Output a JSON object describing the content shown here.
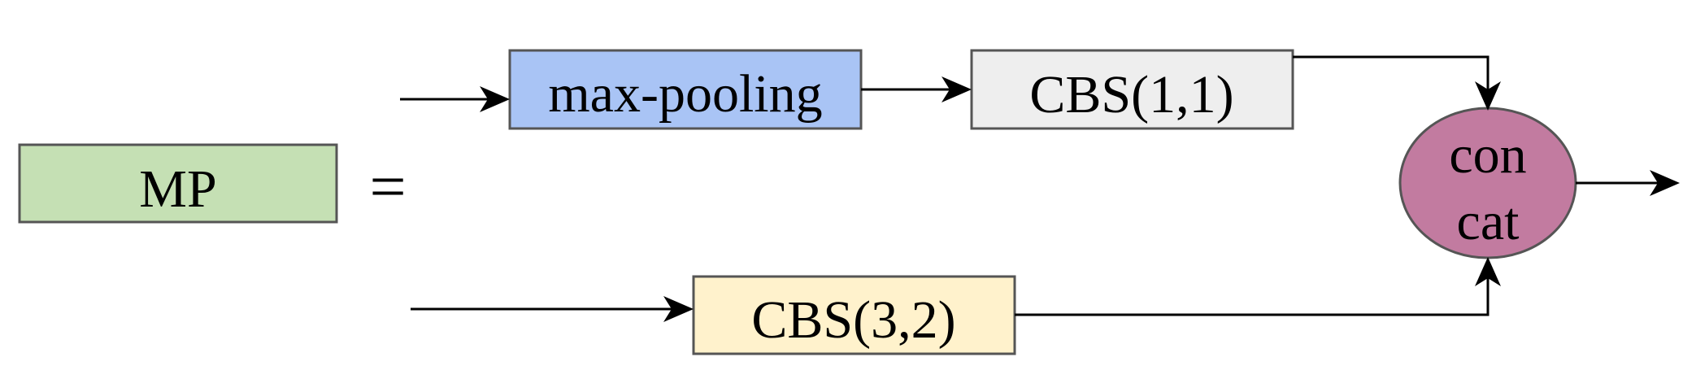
{
  "blocks": {
    "mp": {
      "label": "MP",
      "color": "#c5e0b4"
    },
    "equals": {
      "label": "="
    },
    "maxpool": {
      "label": "max-pooling",
      "color": "#a9c4f5"
    },
    "cbs11": {
      "label": "CBS(1,1)",
      "color": "#eeeeee"
    },
    "cbs32": {
      "label": "CBS(3,2)",
      "color": "#fff2cc"
    },
    "concat": {
      "label_line1": "con",
      "label_line2": "cat",
      "color": "#c27ba0"
    }
  }
}
